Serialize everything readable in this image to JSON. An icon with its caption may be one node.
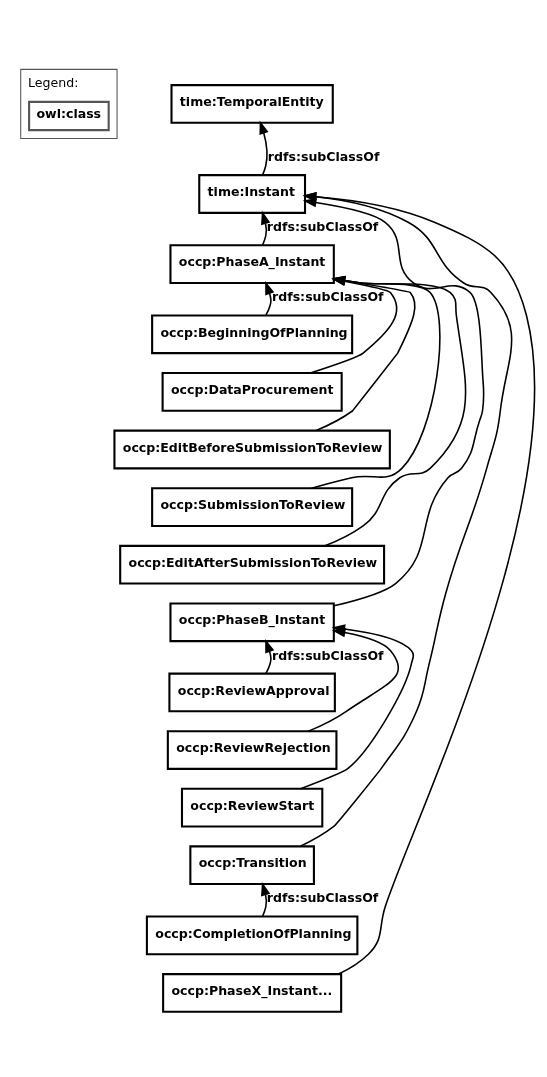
{
  "diagram": {
    "nodes": [
      {
        "text": [
          "time:TemporalEntity"
        ]
      },
      {
        "text": [
          "time:Instant"
        ]
      },
      {
        "text": [
          "occp:PhaseA_Instant"
        ]
      },
      {
        "text": [
          "occp:BeginningOfPlanning"
        ]
      },
      {
        "text": [
          "occp:DataProcurement"
        ]
      },
      {
        "text": [
          "occp:EditBeforeSubmissionToReview"
        ]
      },
      {
        "text": [
          "occp:SubmissionToReview"
        ]
      },
      {
        "text": [
          "occp:EditAfterSubmissionToReview"
        ]
      },
      {
        "text": [
          "occp:PhaseB_Instant"
        ]
      },
      {
        "text": [
          "occp:ReviewApproval"
        ]
      },
      {
        "text": [
          "occp:ReviewRejection"
        ]
      },
      {
        "text": [
          "occp:ReviewStart"
        ]
      },
      {
        "text": [
          "occp:Transition"
        ]
      },
      {
        "text": [
          "occp:CompletionOfPlanning"
        ]
      },
      {
        "text": [
          "occp:PhaseX_Instant..."
        ]
      }
    ],
    "edges": [
      {
        "from": 1,
        "to": 0,
        "arrow": "to",
        "label": "rdfs:subClassOf"
      },
      {
        "from": 2,
        "to": 1,
        "arrow": "to",
        "label": "rdfs:subClassOf"
      },
      {
        "from": 3,
        "to": 2,
        "arrow": "to",
        "label": "rdfs:subClassOf"
      },
      {
        "from": 4,
        "to": 2,
        "arrow": "to"
      },
      {
        "from": 5,
        "to": 2,
        "arrow": "to"
      },
      {
        "from": 6,
        "to": 2,
        "arrow": "to"
      },
      {
        "from": 7,
        "to": 2,
        "arrow": "to"
      },
      {
        "from": 8,
        "to": 1,
        "arrow": "to"
      },
      {
        "from": 9,
        "to": 8,
        "arrow": "to",
        "label": "rdfs:subClassOf"
      },
      {
        "from": 10,
        "to": 8,
        "arrow": "to"
      },
      {
        "from": 11,
        "to": 8,
        "arrow": "to"
      },
      {
        "from": 12,
        "to": 1,
        "arrow": "to"
      },
      {
        "from": 13,
        "to": 12,
        "arrow": "to",
        "label": "rdfs:subClassOf"
      },
      {
        "from": 14,
        "to": 1,
        "arrow": "to"
      }
    ],
    "labels": [
      "Legend:"
    ],
    "legend": [
      {
        "text": "owl:class"
      }
    ]
  }
}
